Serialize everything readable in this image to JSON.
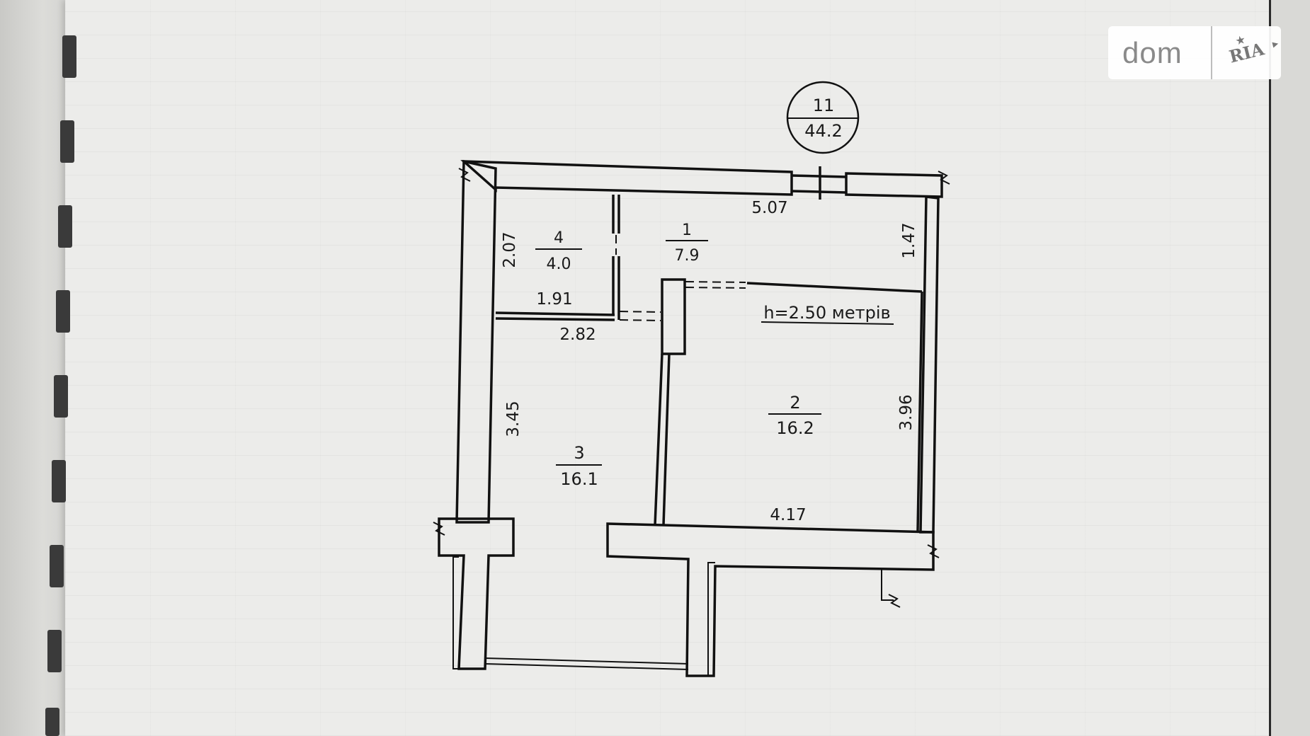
{
  "watermark": {
    "text": "dom",
    "logo": "RIA",
    "logo_icon": "star-icon"
  },
  "apartment": {
    "number": "11",
    "total_area": "44.2"
  },
  "ceiling_height": "h=2.50 метрів",
  "rooms": [
    {
      "number": "1",
      "area": "7.9"
    },
    {
      "number": "2",
      "area": "16.2"
    },
    {
      "number": "3",
      "area": "16.1"
    },
    {
      "number": "4",
      "area": "4.0"
    }
  ],
  "dimensions": {
    "top_wall": "5.07",
    "room4_height": "2.07",
    "room4_width": "1.91",
    "room1_right": "1.47",
    "room3_top": "2.82",
    "room3_left": "3.45",
    "room2_right": "3.96",
    "room2_bottom": "4.17"
  },
  "colors": {
    "paper": "#ececea",
    "ink": "#1a1a1a",
    "watermark_bg": "#ffffff"
  }
}
